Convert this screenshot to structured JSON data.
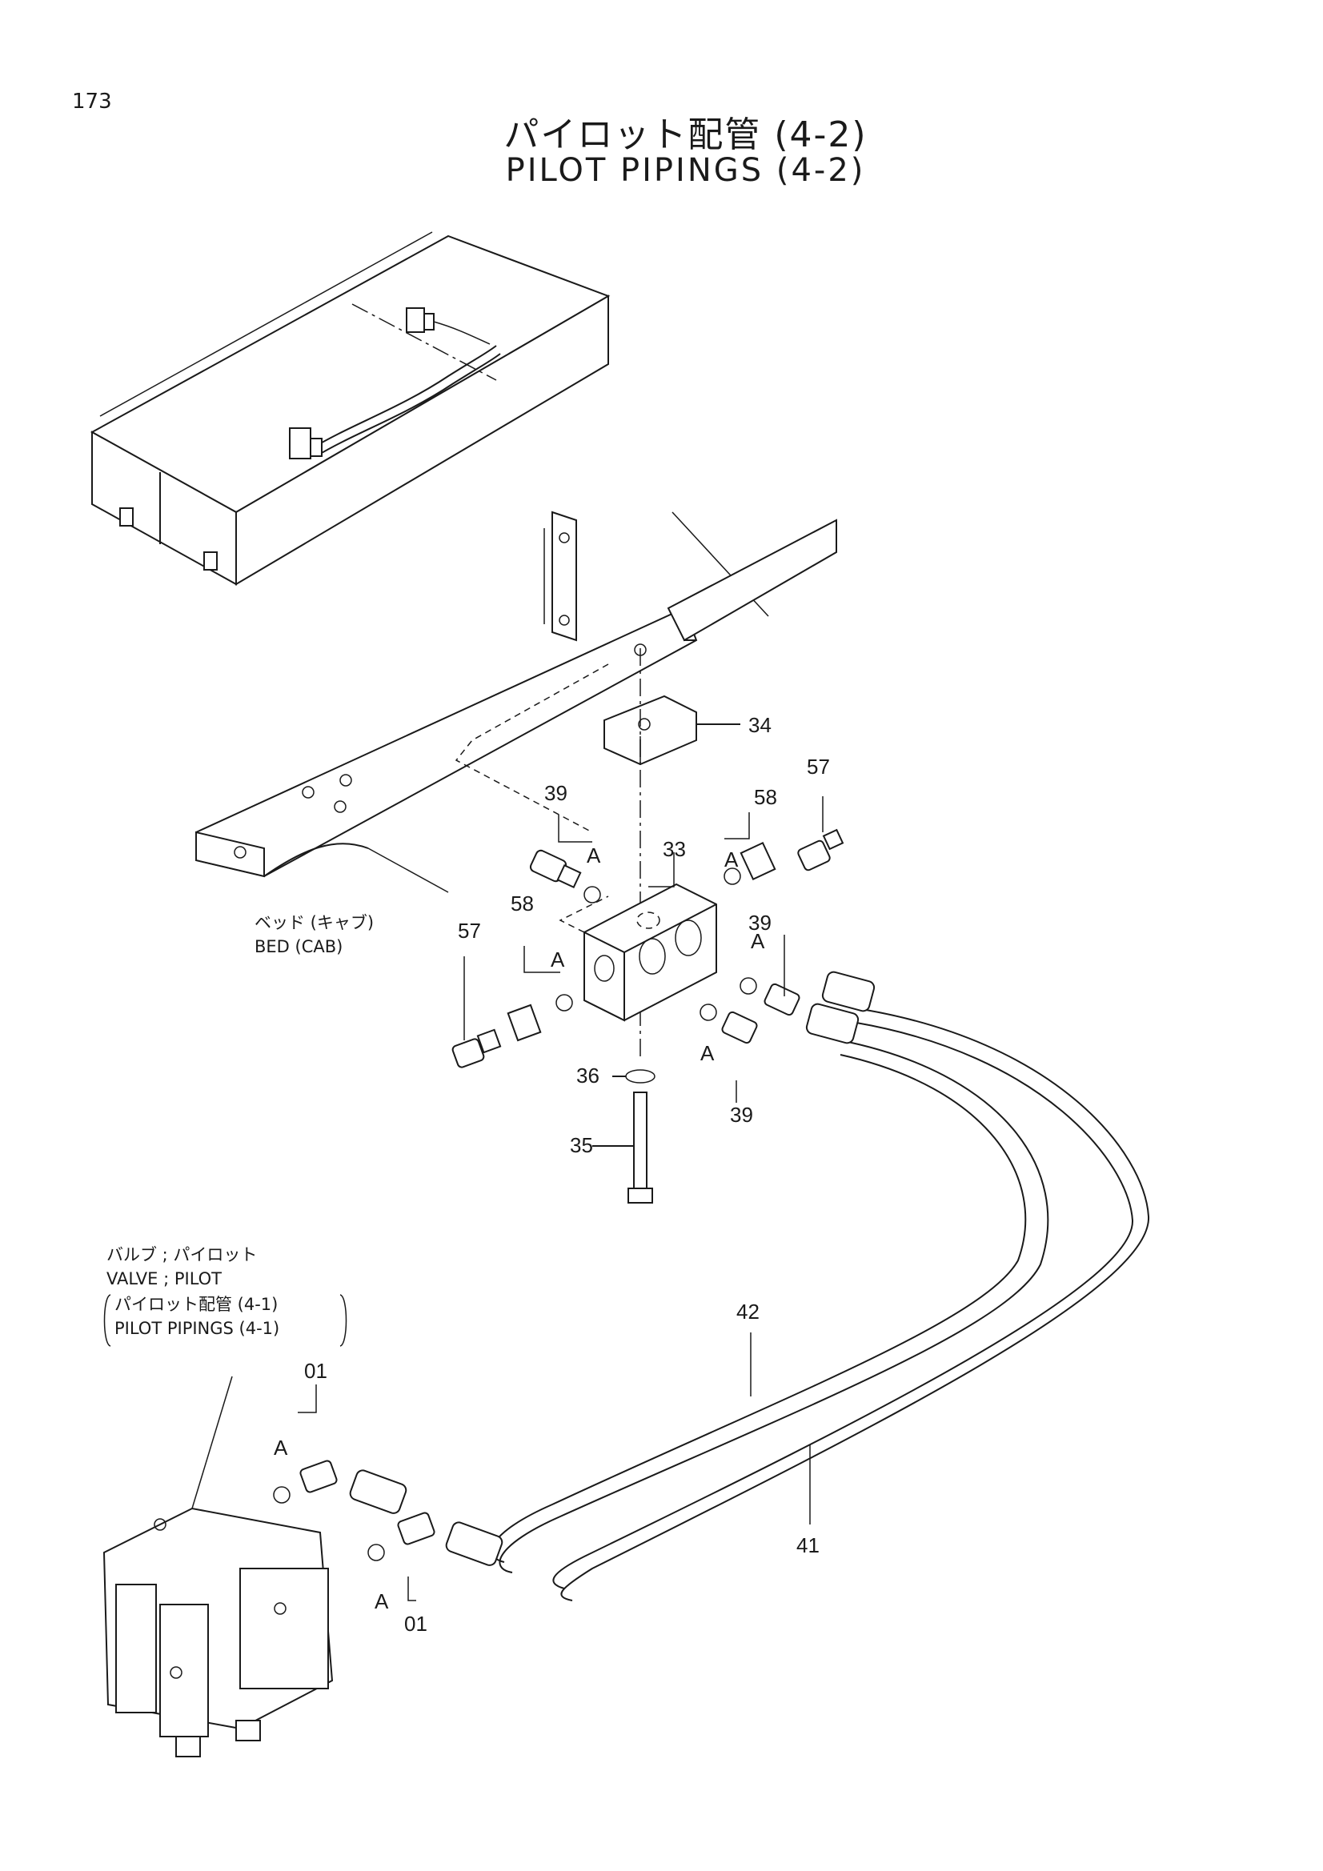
{
  "page_number": "173",
  "title_jp": "パイロット配管 (4-2)",
  "title_en": "PILOT PIPINGS (4-2)",
  "notes": {
    "bed_jp": "ベッド (キャブ)",
    "bed_en": "BED (CAB)",
    "valve_jp": "バルブ ; パイロット",
    "valve_en": "VALVE ; PILOT",
    "valve_ref_jp": "パイロット配管 (4-1)",
    "valve_ref_en": "PILOT PIPINGS (4-1)"
  },
  "callouts": {
    "p34": "34",
    "p39a": "39",
    "p33": "33",
    "p58a": "58",
    "p57a": "57",
    "p57b": "57",
    "p58b": "58",
    "p39b": "39",
    "p39c": "39",
    "p36": "36",
    "p35": "35",
    "p42": "42",
    "p41": "41",
    "p01a": "01",
    "p01b": "01",
    "a": "A"
  }
}
